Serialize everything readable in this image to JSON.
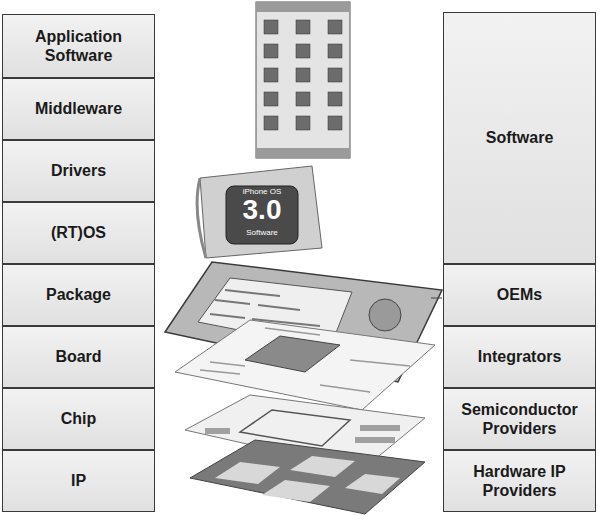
{
  "diagram": {
    "nodes": [
      {
        "text": [
          "Application Software"
        ]
      },
      {
        "text": [
          "Middleware"
        ]
      },
      {
        "text": [
          "Drivers"
        ]
      },
      {
        "text": [
          "(RT)OS"
        ]
      },
      {
        "text": [
          "Package"
        ]
      },
      {
        "text": [
          "Board"
        ]
      },
      {
        "text": [
          "Chip"
        ]
      },
      {
        "text": [
          "IP"
        ]
      },
      {
        "text": [
          "Software"
        ]
      },
      {
        "text": [
          "OEMs"
        ]
      },
      {
        "text": [
          "Integrators"
        ]
      },
      {
        "text": [
          "Semiconductor Providers"
        ]
      },
      {
        "text": [
          "Hardware IP Providers"
        ]
      }
    ],
    "labels": [
      "iPhone OS",
      "3.0",
      "Software"
    ]
  }
}
